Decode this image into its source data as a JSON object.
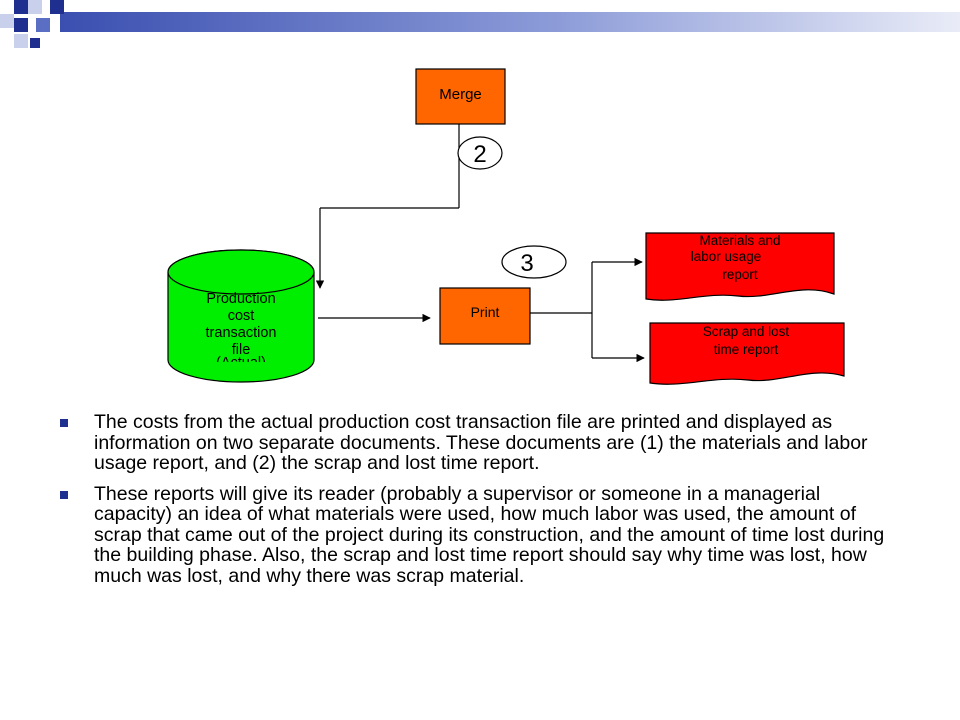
{
  "colors": {
    "header_dark": "#1f2f8f",
    "header_mid": "#5a6fc4",
    "header_light": "#c9d0ec",
    "process_fill": "#ff6600",
    "storage_fill": "#00ee00",
    "document_fill": "#ff0000",
    "bullet": "#1f2f8f"
  },
  "diagram": {
    "merge": "Merge",
    "print": "Print",
    "step_two": "2",
    "step_three": "3",
    "storage_lines": [
      "Production",
      "cost",
      "transaction",
      "file",
      "(Actual)"
    ],
    "doc_one_lines": [
      "Materials and",
      "labor usage",
      "report"
    ],
    "doc_two_lines": [
      "Scrap and lost",
      "time report"
    ]
  },
  "bullets": [
    "The costs from the actual production cost transaction file are printed and displayed as information on two separate documents.  These documents are (1) the materials and labor usage report, and (2) the scrap and lost time report.",
    "These reports will give its reader (probably a supervisor or someone in a managerial capacity) an idea of what materials were used, how much labor was used, the amount of scrap that came out of the project during its construction, and the amount of time lost during the building phase.  Also, the scrap and lost time report should say why time was lost, how much was lost, and why there was scrap material."
  ]
}
